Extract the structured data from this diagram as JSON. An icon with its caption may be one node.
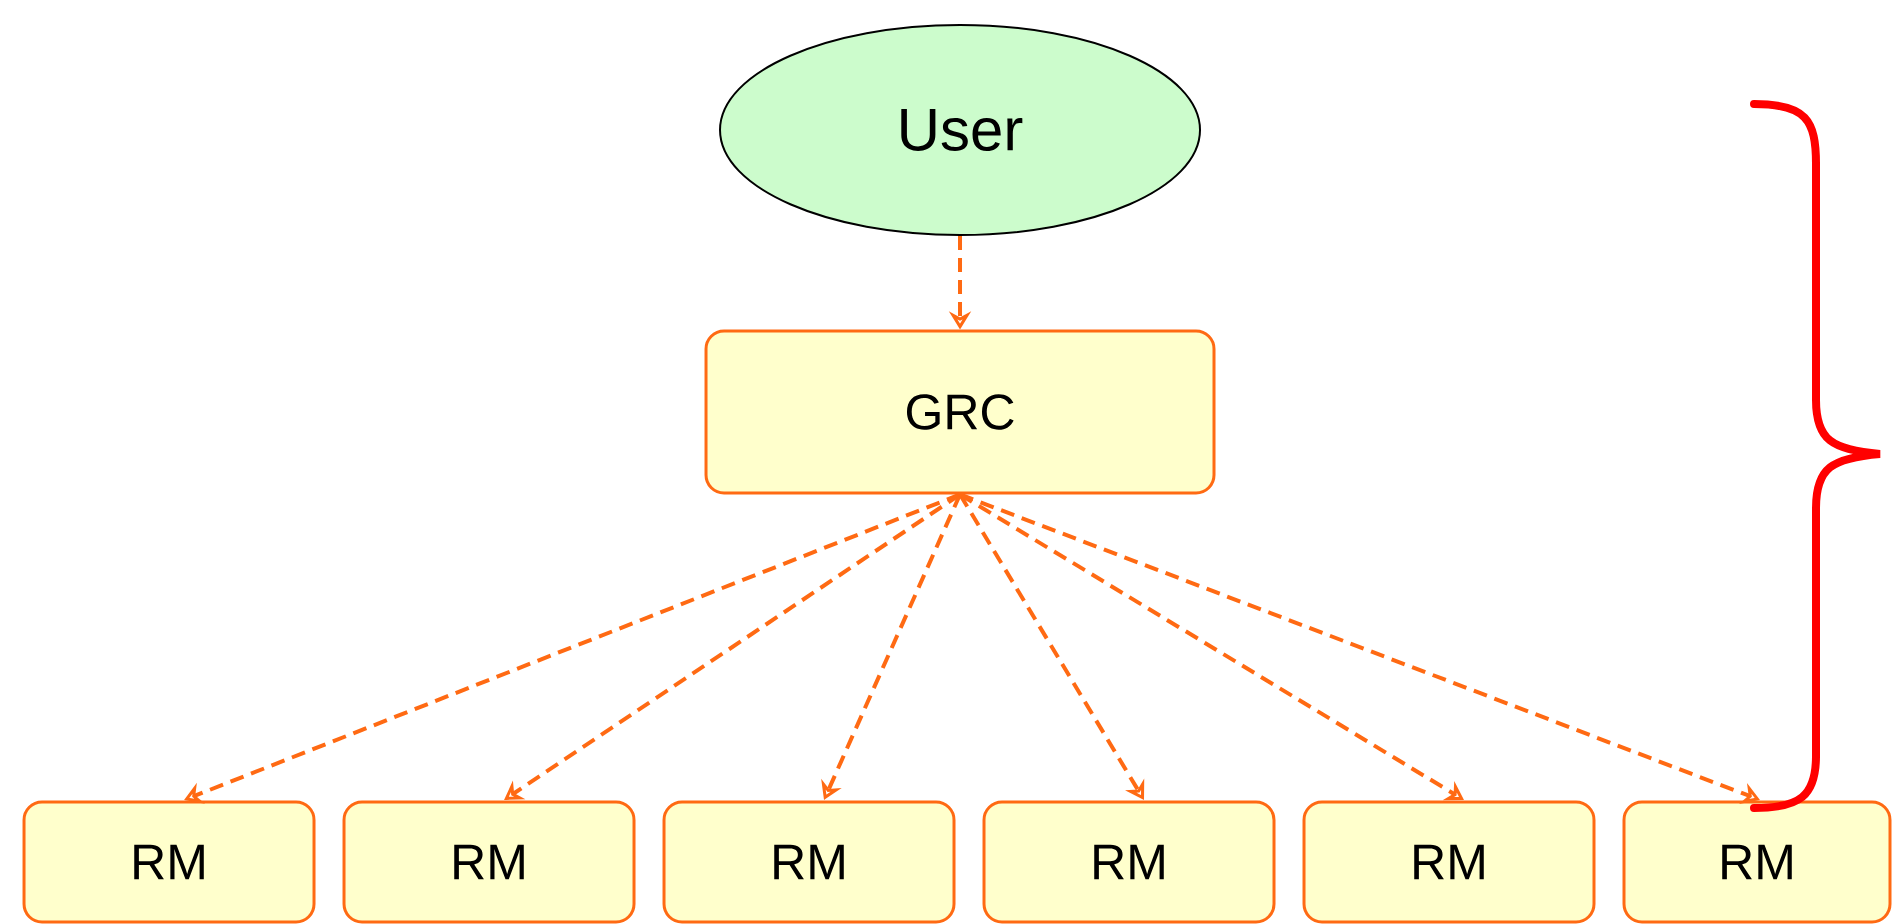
{
  "diagram": {
    "nodes": [
      {
        "text": [
          "User"
        ]
      },
      {
        "text": [
          "GRC"
        ]
      },
      {
        "text": [
          "RM"
        ]
      },
      {
        "text": [
          "RM"
        ]
      },
      {
        "text": [
          "RM"
        ]
      },
      {
        "text": [
          "RM"
        ]
      },
      {
        "text": [
          "RM"
        ]
      },
      {
        "text": [
          "RM"
        ]
      }
    ],
    "edges": [
      {
        "from": 0,
        "to": 1,
        "arrow": "to",
        "style": "dashed"
      },
      {
        "from": 1,
        "to": 2,
        "arrow": "to",
        "style": "dashed"
      },
      {
        "from": 1,
        "to": 3,
        "arrow": "to",
        "style": "dashed"
      },
      {
        "from": 1,
        "to": 4,
        "arrow": "to",
        "style": "dashed"
      },
      {
        "from": 1,
        "to": 5,
        "arrow": "to",
        "style": "dashed"
      },
      {
        "from": 1,
        "to": 6,
        "arrow": "to",
        "style": "dashed"
      },
      {
        "from": 1,
        "to": 7,
        "arrow": "to",
        "style": "dashed"
      }
    ]
  }
}
